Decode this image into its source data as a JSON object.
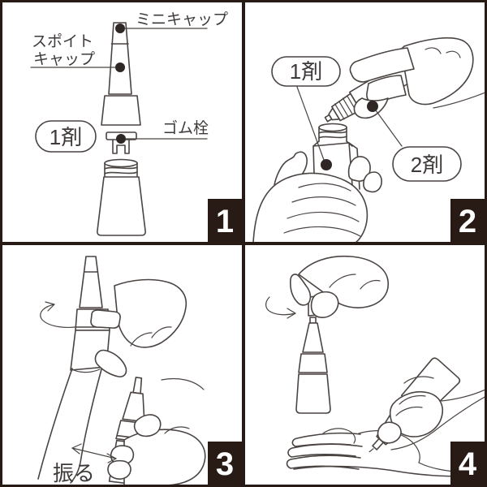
{
  "document_type": "product-usage-instruction-diagram",
  "colors": {
    "frame": "#281a14",
    "panel_bg": "#ffffff",
    "line_art": "#4a4442",
    "label_ink": "#3e3a39",
    "callout_dot": "#2e2725",
    "badge_bg": "#281a14",
    "badge_text": "#ffffff"
  },
  "panels": [
    {
      "number": "1",
      "labels": {
        "mini_cap": "ミニキャップ",
        "dropper_cap_line1": "スポイト",
        "dropper_cap_line2": "キャップ",
        "agent_1": "1剤",
        "rubber_stopper": "ゴム栓"
      }
    },
    {
      "number": "2",
      "labels": {
        "agent_1": "1剤",
        "agent_2": "2剤"
      }
    },
    {
      "number": "3",
      "labels": {
        "shake": "振る"
      }
    },
    {
      "number": "4",
      "labels": {}
    }
  ]
}
